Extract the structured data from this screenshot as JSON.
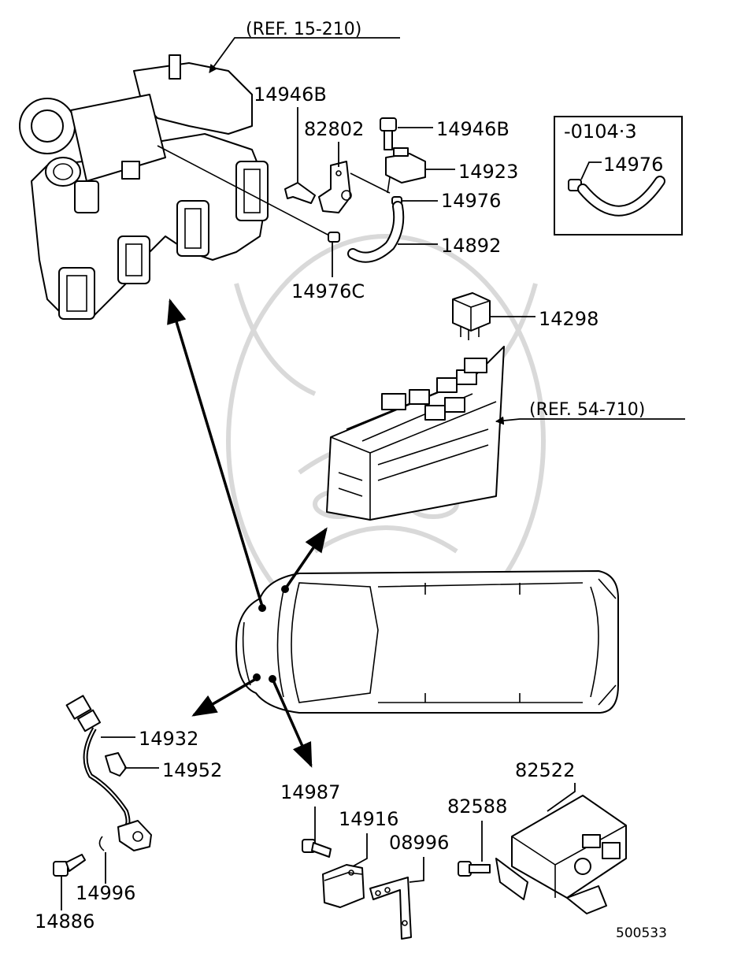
{
  "diagram": {
    "references": {
      "intake_manifold": "(REF. 15-210)",
      "relay_box": "(REF. 54-710)"
    },
    "inset_label": "-0104·3",
    "diagram_code": "500533",
    "parts": {
      "p14946B_left": "14946B",
      "p14946B_right": "14946B",
      "p82802": "82802",
      "p14923": "14923",
      "p14976_main": "14976",
      "p14976_inset": "14976",
      "p14892": "14892",
      "p14976C": "14976C",
      "p14298": "14298",
      "p14932": "14932",
      "p14952": "14952",
      "p14996": "14996",
      "p14886": "14886",
      "p14987": "14987",
      "p14916": "14916",
      "p08996": "08996",
      "p82522": "82522",
      "p82588": "82588"
    }
  }
}
